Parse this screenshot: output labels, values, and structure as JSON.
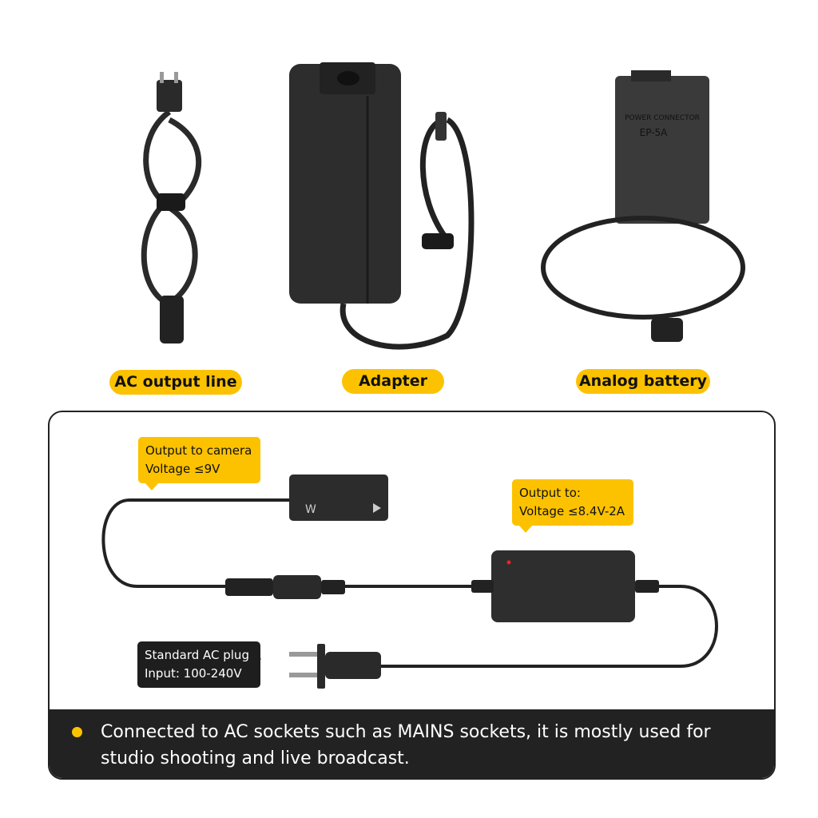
{
  "products": [
    {
      "label": "AC output line"
    },
    {
      "label": "Adapter"
    },
    {
      "label": "Analog battery",
      "markings": [
        "POWER CONNECTOR",
        "EP-5A"
      ]
    }
  ],
  "diagram": {
    "callout_camera": {
      "line1": "Output to camera",
      "line2": "Voltage ≤9V"
    },
    "callout_output": {
      "line1": "Output to:",
      "line2": "Voltage ≤8.4V-2A"
    },
    "callout_plug": {
      "line1": "Standard AC plug",
      "line2": "Input: 100-240V"
    },
    "battery_mark": "W"
  },
  "footer": {
    "text": "Connected to AC sockets such as MAINS sockets, it is mostly used for studio shooting and live broadcast."
  },
  "colors": {
    "accent": "#fcc200",
    "dark": "#222222"
  }
}
